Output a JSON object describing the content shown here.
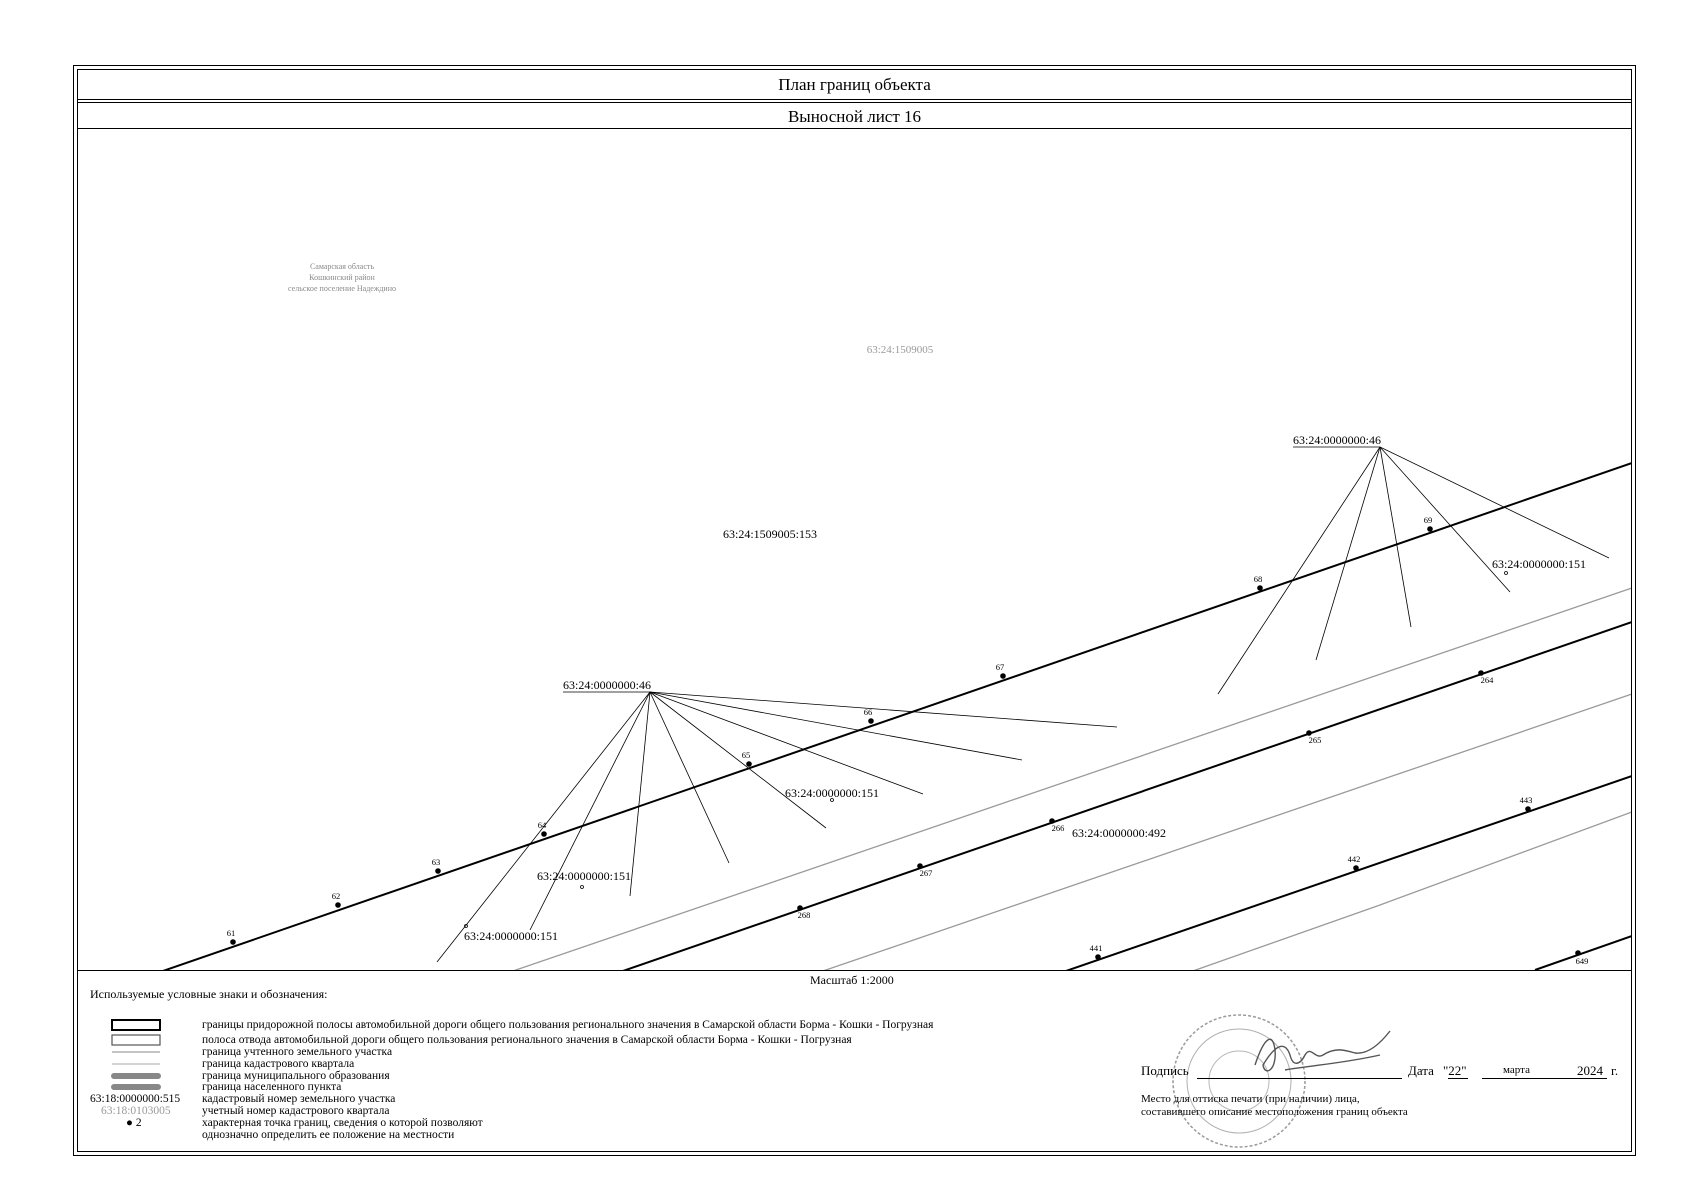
{
  "header": {
    "title": "План границ объекта",
    "subtitle": "Выносной лист 16"
  },
  "map": {
    "region_label": [
      "Самарская область",
      "Кошкинский район",
      "сельское поселение Надеждино"
    ],
    "quarter_label": "63:24:1509005",
    "parcel_label": "63:24:1509005:153",
    "callouts": [
      "63:24:0000000:46",
      "63:24:0000000:46",
      "63:24:0000000:151",
      "63:24:0000000:151",
      "63:24:0000000:151",
      "63:24:0000000:151",
      "63:24:0000000:492"
    ],
    "points": [
      "61",
      "62",
      "63",
      "64",
      "65",
      "66",
      "67",
      "68",
      "69",
      "264",
      "265",
      "266",
      "267",
      "268",
      "441",
      "442",
      "443",
      "649"
    ],
    "colors": {
      "line": "#000000",
      "gray": "#9a9a9a"
    }
  },
  "scale": "Масштаб 1:2000",
  "legend": {
    "title": "Используемые условные знаки и обозначения:",
    "items": [
      "границы придорожной полосы автомобильной дороги общего пользования регионального значения в Самарской области Борма - Кошки - Погрузная",
      "полоса отвода автомобильной дороги общего пользования регионального значения в Самарской области Борма - Кошки - Погрузная",
      "граница учтенного земельного участка",
      "граница кадастрового квартала",
      "граница муниципального образования",
      "граница населенного пункта",
      "кадастровый номер земельного участка",
      "учетный номер кадастрового квартала",
      "характерная точка границ, сведения о которой позволяют",
      "однозначно определить ее положение на местности"
    ],
    "sample_parcel": "63:18:0000000:515",
    "sample_quarter": "63:18:0103005",
    "sample_point": "2"
  },
  "signature": {
    "label": "Подпись",
    "date_label": "Дата",
    "day": "\"22\"",
    "month": "марта",
    "year": "2024",
    "year_suffix": "г.",
    "stamp_note_1": "Место для оттиска печати (при наличии) лица,",
    "stamp_note_2": "составившего описание местоположения границ объекта"
  }
}
